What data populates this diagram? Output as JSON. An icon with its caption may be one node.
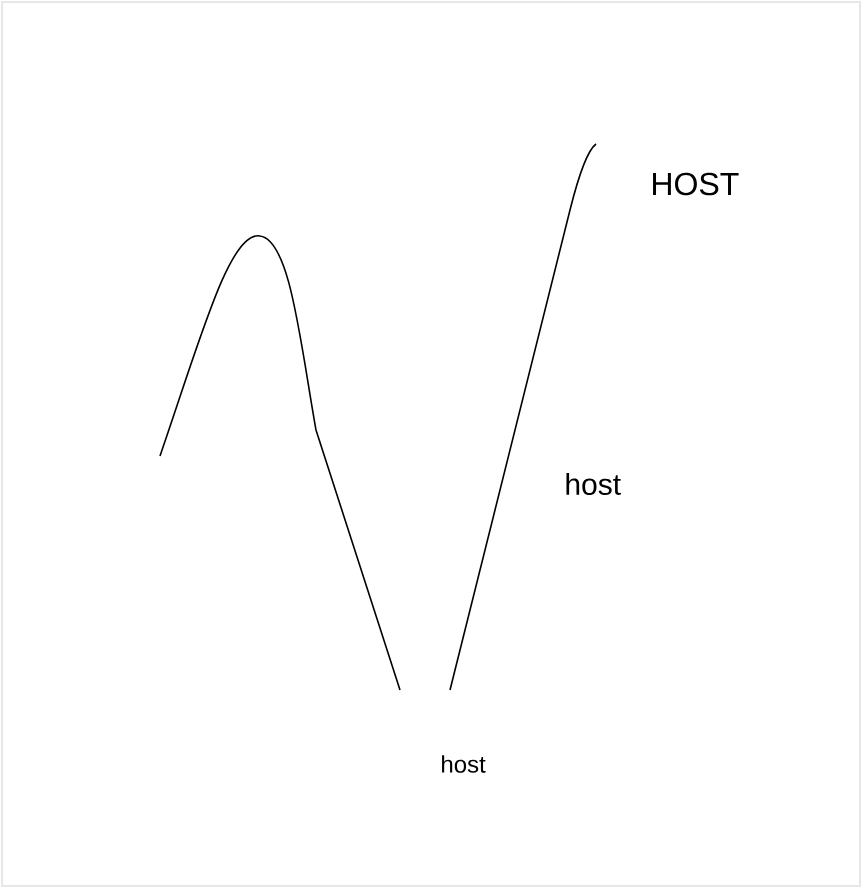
{
  "diagram": {
    "labels": [
      "HOST",
      "host",
      "host"
    ]
  }
}
